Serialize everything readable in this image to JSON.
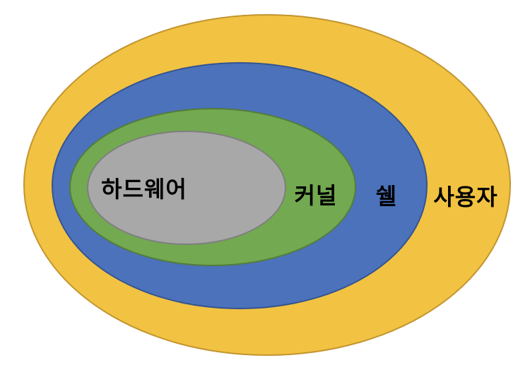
{
  "diagram": {
    "type": "onion-concentric-ellipses",
    "description_semantic": "Linux/OS layered architecture diagram",
    "background": "#ffffff",
    "text_color": "#000000",
    "layers": [
      {
        "id": "user",
        "label": "사용자",
        "label_semantic": "user",
        "fill": "#F2C242",
        "border": "#C2952F"
      },
      {
        "id": "shell",
        "label": "쉘",
        "label_semantic": "shell",
        "fill": "#4B72BB",
        "border": "#34548F"
      },
      {
        "id": "kernel",
        "label": "커널",
        "label_semantic": "kernel",
        "fill": "#73A950",
        "border": "#547C3A"
      },
      {
        "id": "hardware",
        "label": "하드웨어",
        "label_semantic": "hardware",
        "fill": "#A8A8A8",
        "border": "#7F7F7F"
      }
    ]
  }
}
